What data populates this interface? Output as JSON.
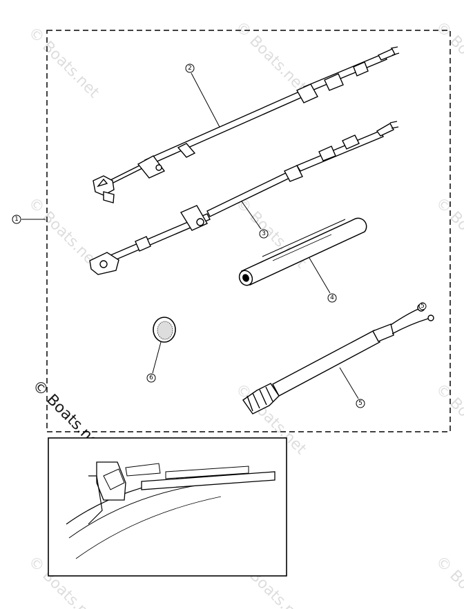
{
  "watermark": {
    "text": "© Boats.net"
  },
  "callouts": {
    "kit": "1",
    "throttle_cable": "2",
    "shift_cable": "3",
    "tube": "4",
    "harness": "5",
    "plug": "6"
  },
  "colors": {
    "ink": "#000000",
    "paper": "#ffffff"
  }
}
